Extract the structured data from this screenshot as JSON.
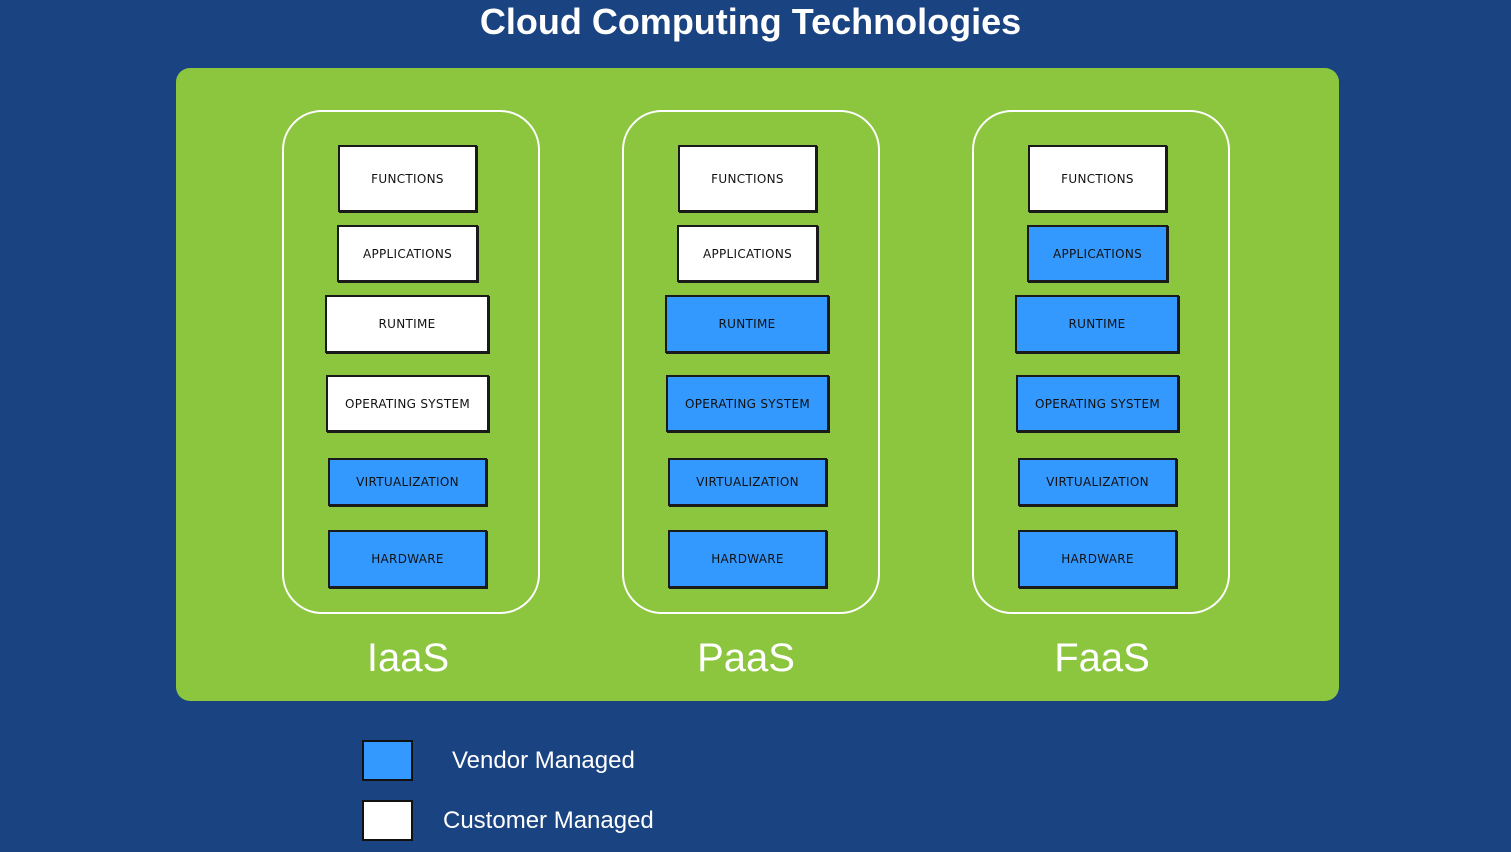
{
  "title": "Cloud Computing Technologies",
  "colors": {
    "background": "#1a4381",
    "panel": "#8cc63f",
    "vendor_managed": "#3399ff",
    "customer_managed": "#ffffff"
  },
  "columns": [
    {
      "name": "IaaS",
      "layers": [
        {
          "label": "FUNCTIONS",
          "managed": "customer"
        },
        {
          "label": "APPLICATIONS",
          "managed": "customer"
        },
        {
          "label": "RUNTIME",
          "managed": "customer"
        },
        {
          "label": "OPERATING SYSTEM",
          "managed": "customer"
        },
        {
          "label": "VIRTUALIZATION",
          "managed": "vendor"
        },
        {
          "label": "HARDWARE",
          "managed": "vendor"
        }
      ]
    },
    {
      "name": "PaaS",
      "layers": [
        {
          "label": "FUNCTIONS",
          "managed": "customer"
        },
        {
          "label": "APPLICATIONS",
          "managed": "customer"
        },
        {
          "label": "RUNTIME",
          "managed": "vendor"
        },
        {
          "label": "OPERATING SYSTEM",
          "managed": "vendor"
        },
        {
          "label": "VIRTUALIZATION",
          "managed": "vendor"
        },
        {
          "label": "HARDWARE",
          "managed": "vendor"
        }
      ]
    },
    {
      "name": "FaaS",
      "layers": [
        {
          "label": "FUNCTIONS",
          "managed": "customer"
        },
        {
          "label": "APPLICATIONS",
          "managed": "vendor"
        },
        {
          "label": "RUNTIME",
          "managed": "vendor"
        },
        {
          "label": "OPERATING SYSTEM",
          "managed": "vendor"
        },
        {
          "label": "VIRTUALIZATION",
          "managed": "vendor"
        },
        {
          "label": "HARDWARE",
          "managed": "vendor"
        }
      ]
    }
  ],
  "legend": {
    "vendor": "Vendor Managed",
    "customer": "Customer Managed"
  }
}
